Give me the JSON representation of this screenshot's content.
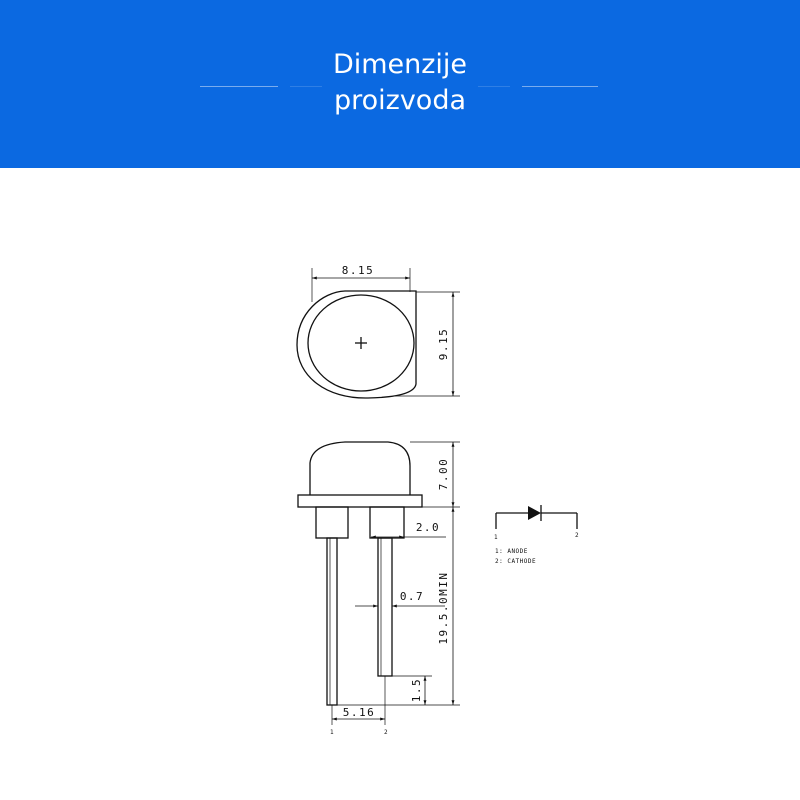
{
  "header": {
    "title_line1": "Dimenzije",
    "title_line2": "proizvoda"
  },
  "theme": {
    "header_bg": "#0b69e1",
    "header_text": "#ffffff",
    "drawing_line": "#111111"
  },
  "drawing": {
    "top_view": {
      "width_label": "8.15",
      "height_label": "9.15"
    },
    "side_view": {
      "lens_height_label": "7.00",
      "stub_label": "2.0",
      "pin_width_label": "0.7",
      "lead_length_label": "19.5.0MIN",
      "lead_offset_label": "1.5",
      "pin_spacing_label": "5.16",
      "pin1_label": "1",
      "pin2_label": "2"
    },
    "schematic": {
      "pin1_label": "1",
      "pin2_label": "2",
      "legend": [
        "1: ANODE",
        "2: CATHODE"
      ]
    }
  }
}
